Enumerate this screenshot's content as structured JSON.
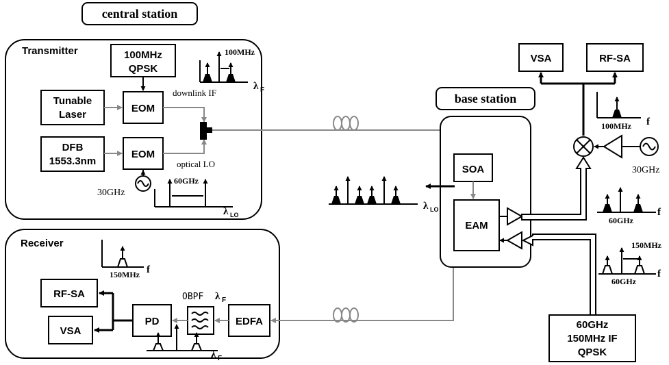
{
  "central_station": {
    "title": "central station"
  },
  "transmitter": {
    "title": "Transmitter",
    "qpsk_box": [
      "100MHz",
      "QPSK"
    ],
    "laser_box": [
      "Tunable",
      "Laser"
    ],
    "eom_top": "EOM",
    "dfb_box": [
      "DFB",
      "1553.3nm"
    ],
    "eom_bottom": "EOM",
    "spectrum_if_label": "100MHz",
    "spectrum_if_axis": "λ",
    "spectrum_if_axis_sub": "F",
    "downlink_label": "downlink IF",
    "optical_lo_label": "optical LO",
    "lo_freq": "30GHz",
    "spectrum_lo_label": "60GHz",
    "spectrum_lo_axis": "λ",
    "spectrum_lo_axis_sub": "LO"
  },
  "receiver": {
    "title": "Receiver",
    "rfsa": "RF-SA",
    "vsa": "VSA",
    "pd": "PD",
    "edfa": "EDFA",
    "obpf_label": "OBPF",
    "obpf_lambda": "λ",
    "obpf_lambda_sub": "F",
    "spectrum_label": "150MHz",
    "spectrum_axis": "f",
    "optical_axis": "λ",
    "optical_axis_sub": "F"
  },
  "base_station": {
    "title": "base station",
    "soa": "SOA",
    "eam": "EAM",
    "spectrum_axis": "λ",
    "spectrum_axis_sub": "LO"
  },
  "right_side": {
    "vsa": "VSA",
    "rfsa": "RF-SA",
    "if_spectrum_label": "100MHz",
    "if_spectrum_axis": "f",
    "lo_freq": "30GHz",
    "down_spectrum_label": "60GHz",
    "down_spectrum_axis": "f",
    "up_spectrum_label_top": "150MHz",
    "up_spectrum_label_bottom": "60GHz",
    "up_spectrum_axis": "f",
    "source_box": [
      "60GHz",
      "150MHz IF",
      "QPSK"
    ]
  }
}
